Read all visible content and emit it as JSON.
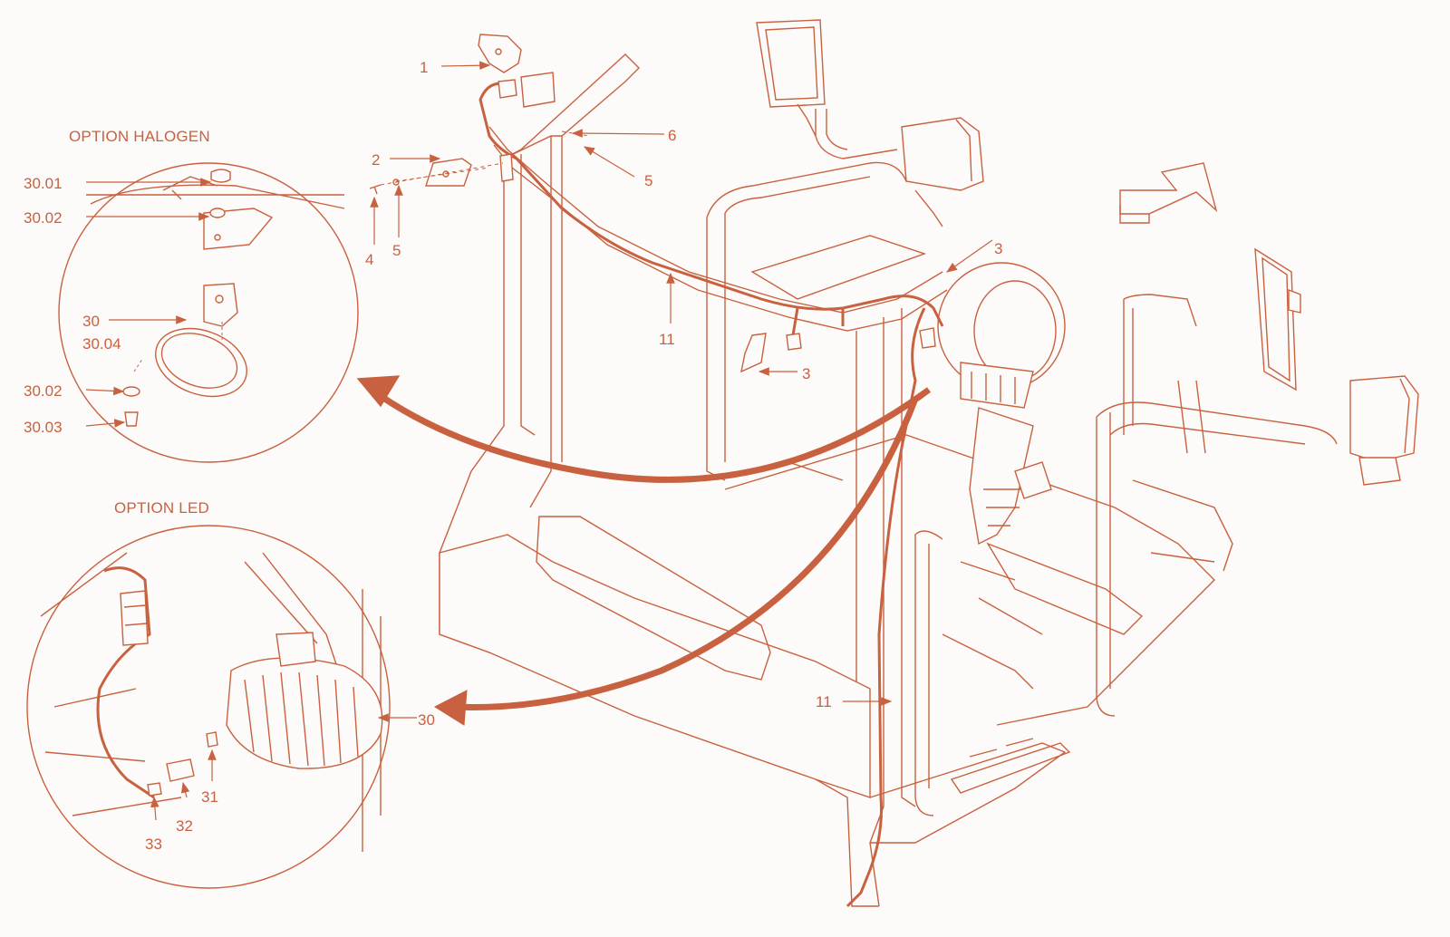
{
  "colors": {
    "line": "#c8613f",
    "background": "#fdfbf9"
  },
  "insets": {
    "halogen": {
      "title": "OPTION HALOGEN",
      "labels": [
        "30.01",
        "30.02",
        "30",
        "30.04",
        "30.02",
        "30.03"
      ]
    },
    "led": {
      "title": "OPTION LED",
      "labels": [
        "30",
        "31",
        "32",
        "33"
      ]
    }
  },
  "callouts": [
    "1",
    "2",
    "6",
    "5",
    "4",
    "5",
    "3",
    "11",
    "3",
    "11"
  ],
  "icons": {
    "direction": "forward-arrow-icon"
  }
}
